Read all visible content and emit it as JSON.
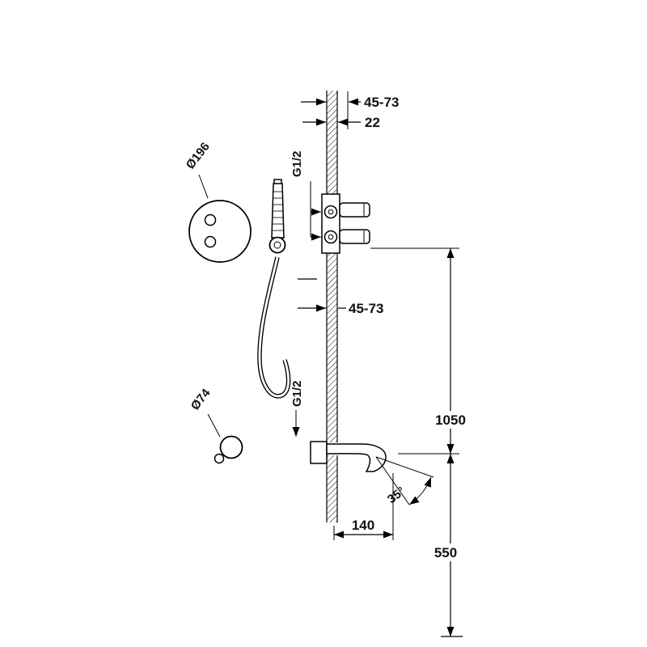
{
  "drawing": {
    "type": "technical-installation-diagram",
    "background": "#ffffff",
    "line_color": "#000000",
    "labels": {
      "dim_wall_depth_top": "45-73",
      "dim_trim_thickness": "22",
      "thread_top": "G1/2",
      "plate_diameter": "Ø196",
      "dim_wall_depth_mid": "45-73",
      "thread_bottom": "G1/2",
      "escutcheon_diameter": "Ø74",
      "dim_height_upper": "1050",
      "dim_height_lower": "550",
      "dim_spout_projection": "140",
      "dim_spout_angle": "35°"
    }
  }
}
